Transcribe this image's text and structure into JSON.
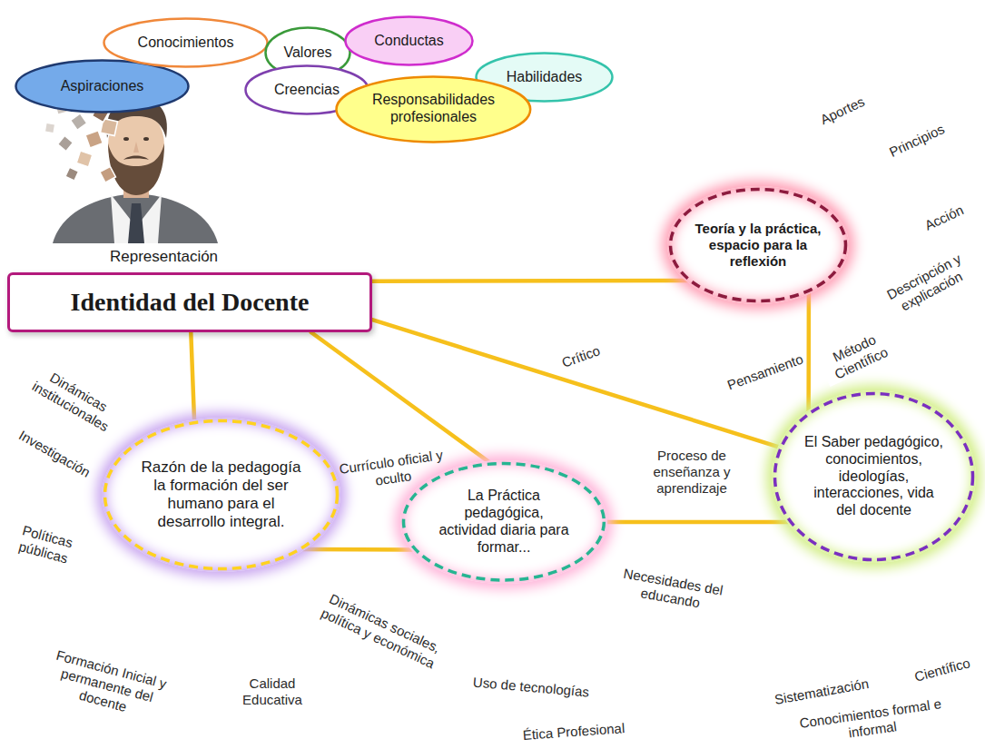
{
  "diagram": {
    "nodes": [
      {
        "text": [
          "Aspiraciones"
        ]
      },
      {
        "text": [
          "Conocimientos"
        ]
      },
      {
        "text": [
          "Valores"
        ]
      },
      {
        "text": [
          "Conductas"
        ]
      },
      {
        "text": [
          "Habilidades"
        ]
      },
      {
        "text": [
          "Creencias"
        ]
      },
      {
        "text": [
          "Responsabilidades profesionales"
        ]
      },
      {
        "text": [
          "Representación",
          "Identidad del Docente"
        ]
      },
      {
        "text": [
          "Teoría y la práctica, espacio para la reflexión"
        ]
      },
      {
        "text": [
          "Razón de la pedagogía la formación del ser humano para el desarrollo integral."
        ]
      },
      {
        "text": [
          "La Práctica pedagógica, actividad diaria para formar..."
        ]
      },
      {
        "text": [
          "El Saber pedagógico, conocimientos, ideologías, interacciones, vida del docente"
        ]
      }
    ],
    "edges": [
      {
        "from": 7,
        "to": 8,
        "arrow": "none"
      },
      {
        "from": 7,
        "to": 9,
        "arrow": "none"
      },
      {
        "from": 7,
        "to": 10,
        "arrow": "none"
      },
      {
        "from": 7,
        "to": 11,
        "arrow": "none"
      },
      {
        "from": 8,
        "to": 11,
        "arrow": "none"
      },
      {
        "from": 9,
        "to": 10,
        "arrow": "none"
      },
      {
        "from": 10,
        "to": 11,
        "arrow": "none"
      }
    ],
    "labels": [
      "Aportes",
      "Principios",
      "Acción",
      "Descripción y explicación",
      "Crítico",
      "Pensamiento",
      "Método Científico",
      "Dinámicas institucionales",
      "Investigación",
      "Currículo oficial y oculto",
      "Proceso de enseñanza y aprendizaje",
      "Políticas públicas",
      "Necesidades del educando",
      "Dinámicas sociales, política y económica",
      "Formación Inicial y permanente del docente",
      "Calidad Educativa",
      "Uso de tecnologías",
      "Ética Profesional",
      "Sistematización",
      "Científico",
      "Conocimientos formal e informal"
    ]
  }
}
